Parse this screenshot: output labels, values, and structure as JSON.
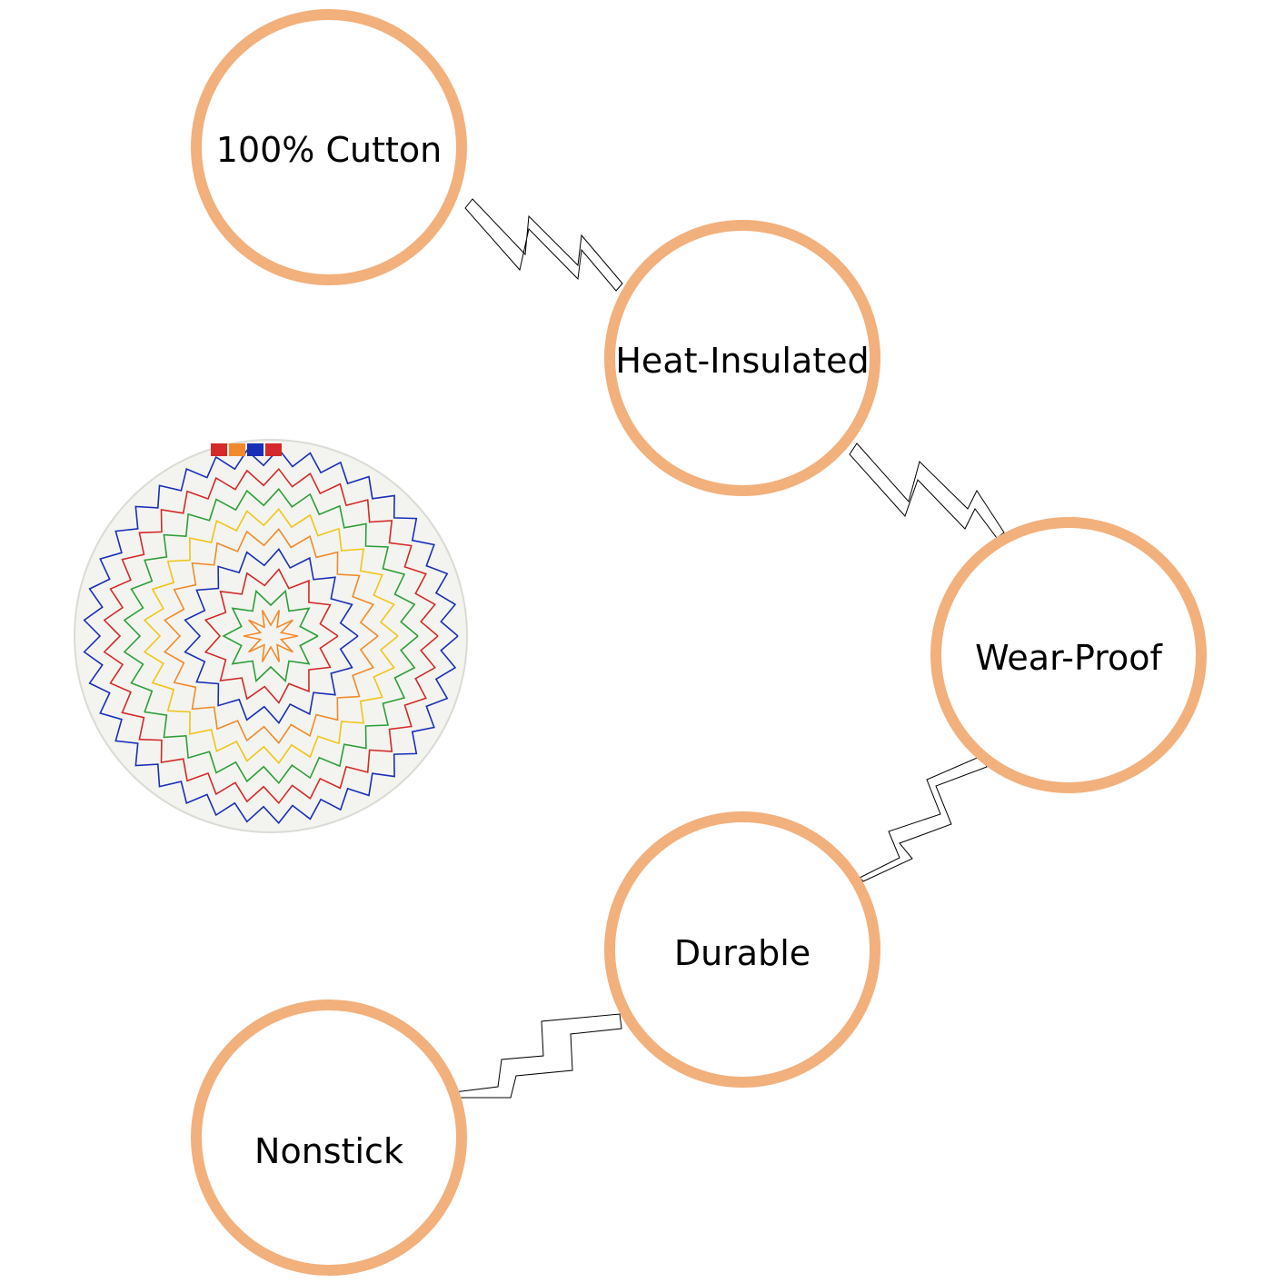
{
  "colors": {
    "circle_stroke": "#f2b07c",
    "background": "#ffffff",
    "connector_stroke": "#000000",
    "coaster_base": "#f3f4ef",
    "stitch_colors": [
      "#1a2fb8",
      "#d42a2a",
      "#2e9e3a",
      "#f0c419",
      "#f28a2c",
      "#1a2fb8",
      "#d42a2a",
      "#2e9e3a",
      "#f28a2c"
    ]
  },
  "features": [
    {
      "label": "100% Cutton"
    },
    {
      "label": "Heat-Insulated"
    },
    {
      "label": "Wear-Proof"
    },
    {
      "label": "Durable"
    },
    {
      "label": "Nonstick"
    }
  ],
  "product": {
    "icon": "coaster-icon"
  }
}
